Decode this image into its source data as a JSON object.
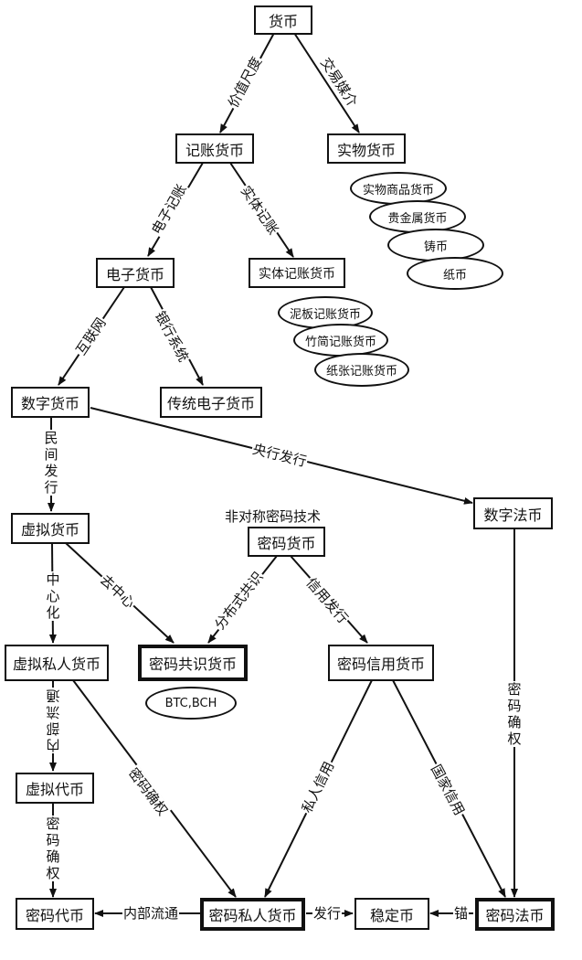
{
  "nodes": {
    "huobi": "货币",
    "jizhang": "记账货币",
    "shiwu": "实物货币",
    "dianzi": "电子货币",
    "shiti": "实体记账货币",
    "shuzi": "数字货币",
    "chuantong": "传统电子货币",
    "xuni": "虚拟货币",
    "mima": "密码货币",
    "fabi": "数字法币",
    "xnsiren": "虚拟私人货币",
    "gongshi": "密码共识货币",
    "xinyong": "密码信用货币",
    "xndaibi": "虚拟代币",
    "mmdaibi": "密码代币",
    "mmsiren": "密码私人货币",
    "wending": "稳定币",
    "mmfabi": "密码法币"
  },
  "ovals": {
    "shiwu_sp": "实物商品货币",
    "guijinshu": "贵金属货币",
    "zhubi": "铸币",
    "zhibi": "纸币",
    "niban": "泥板记账货币",
    "zhujian": "竹简记账货币",
    "zhizhang": "纸张记账货币",
    "btc": "BTC,BCH"
  },
  "labels": {
    "jiazhi": "价值尺度",
    "jiaoyi": "交易媒介",
    "dianzijizhang": "电子记账",
    "shitijizhang": "实体记账",
    "hulianwang": "互联网",
    "yinhang": "银行系统",
    "yangxing": "央行发行",
    "minjian": "民间发行",
    "feiduicheng": "非对称密码技术",
    "quzhongxin": "去中心",
    "fenbushi": "分布式共识",
    "xinyongfaxing": "信用发行",
    "zhongxinhua": "中心化",
    "neibuliuyong": "内部流通",
    "mmquequan1": "密码确权",
    "mmquequan2": "密码确权",
    "mmquequan3": "密码确权",
    "sirenxinyong": "私人信用",
    "guojiaxinyong": "国家信用",
    "neibuliutong": "内部流通",
    "faxing": "发行",
    "mao": "锚"
  }
}
